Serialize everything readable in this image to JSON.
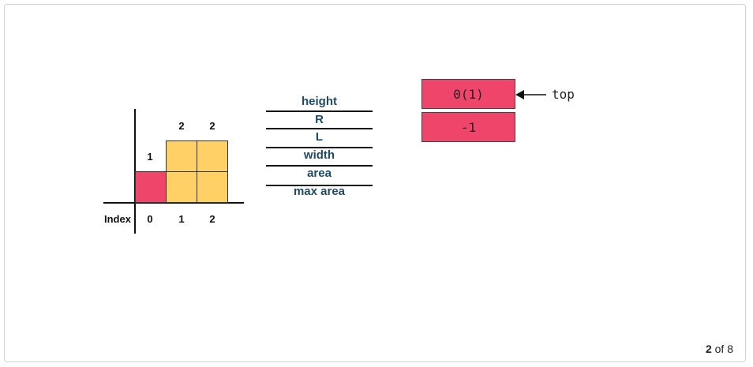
{
  "histogram": {
    "index_label": "Index",
    "indices": [
      "0",
      "1",
      "2"
    ],
    "bar_values": [
      "1",
      "2",
      "2"
    ],
    "colors": {
      "highlight": "#f0456b",
      "bar": "#ffd066"
    }
  },
  "variables": [
    "height",
    "R",
    "L",
    "width",
    "area",
    "max area"
  ],
  "stack": {
    "items": [
      "0(1)",
      "-1"
    ],
    "pointer_label": "top"
  },
  "pager": {
    "current": "2",
    "separator": "of",
    "total": "8"
  }
}
